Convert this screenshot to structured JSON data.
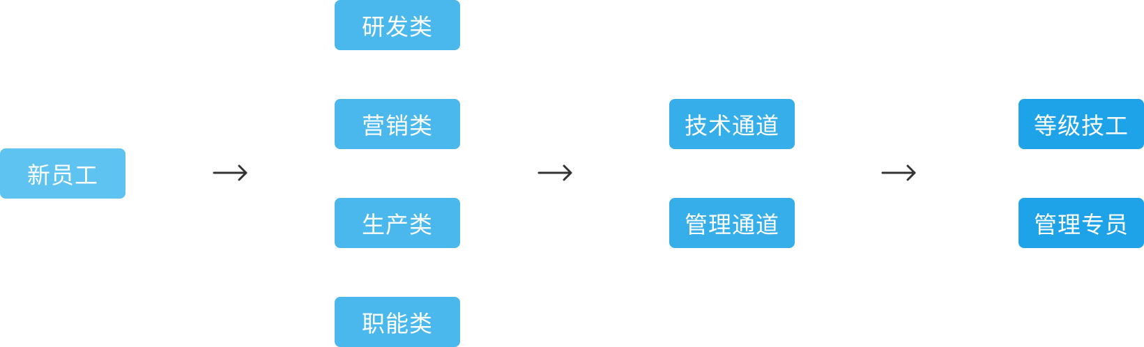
{
  "colors": {
    "stage1": "#5ec3f0",
    "stage2": "#4ab8ed",
    "stage3": "#36aeea",
    "stage4": "#1fa3e8",
    "arrow": "#333333"
  },
  "stage1": {
    "items": [
      "新员工"
    ]
  },
  "stage2": {
    "items": [
      "研发类",
      "营销类",
      "生产类",
      "职能类"
    ]
  },
  "stage3": {
    "items": [
      "技术通道",
      "管理通道"
    ]
  },
  "stage4": {
    "items": [
      "等级技工",
      "管理专员"
    ]
  },
  "arrows": [
    "arrow-right-icon",
    "arrow-right-icon",
    "arrow-right-icon"
  ]
}
